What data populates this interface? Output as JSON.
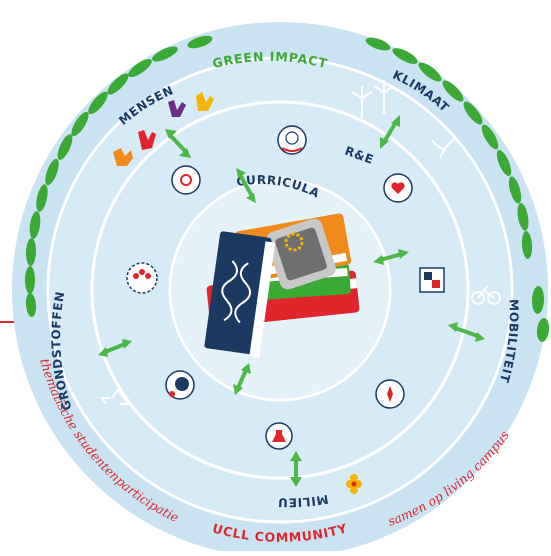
{
  "rings": {
    "outer_top": "GREEN IMPACT",
    "outer_bottom": "UCLL COMMUNITY",
    "arc_left": "thematische studentenparticipatie",
    "arc_right": "samen op living campus"
  },
  "center": {
    "label": "CURRICULA"
  },
  "themes": {
    "mensen": "MENSEN",
    "klimaat": "KLIMAAT",
    "re": "R&E",
    "mobiliteit": "MOBILITEIT",
    "milieu": "MILIEU",
    "grondstoffen": "GRONDSTOFFEN"
  },
  "icons": [
    "hands-icon",
    "windmills-icon",
    "globe-hand-icon",
    "heart-apple-icon",
    "head-gear-icon",
    "people-circle-icon",
    "puzzle-hands-icon",
    "bicycle-icon",
    "earth-head-icon",
    "compass-head-icon",
    "recycle-icon",
    "flask-icon",
    "flower-icon",
    "leaf-garland-icon",
    "books-icon",
    "phone-icon",
    "dna-icon"
  ],
  "colors": {
    "outer_ring": "#c9e3f3",
    "mid_ring": "#d7ebf7",
    "inner_disc": "#e5f2fa",
    "divider": "#ffffff",
    "text_blue": "#1b3a63",
    "leaf_green": "#3aaa35",
    "arrow_green": "#4cb847",
    "accent_red": "#e0252c"
  }
}
